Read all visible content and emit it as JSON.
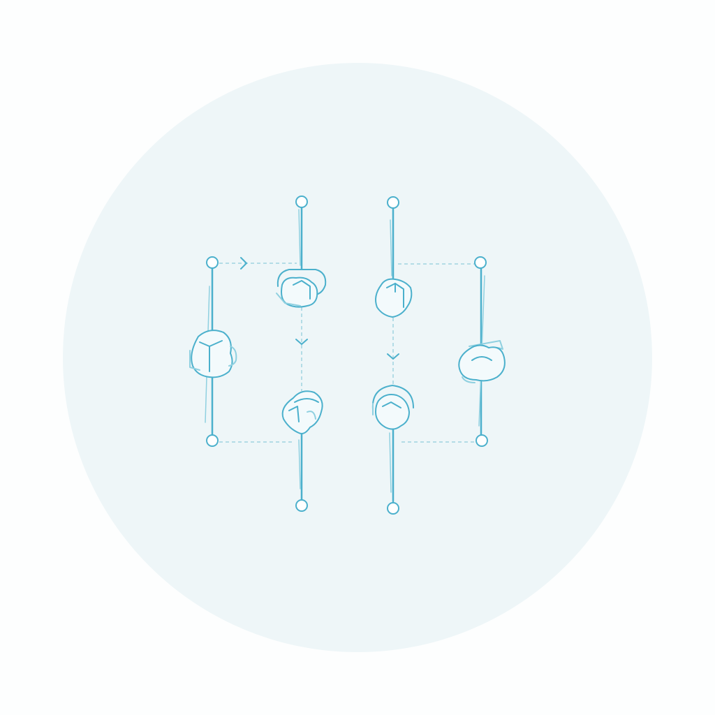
{
  "colors": {
    "background": "#fdfefe",
    "circle": "#eef6f8",
    "stroke": "#4bb0cc",
    "stroke_light": "#8fd0e0",
    "dashed": "#9fd3e0"
  },
  "diagram": {
    "text": "",
    "nodes": [
      {
        "id": "left",
        "icon": "cube-head-icon"
      },
      {
        "id": "mid-left-top",
        "icon": "cube-head-icon"
      },
      {
        "id": "mid-left-bottom",
        "icon": "head-icon"
      },
      {
        "id": "mid-right-top",
        "icon": "cube-head-icon"
      },
      {
        "id": "mid-right-bottom",
        "icon": "head-icon"
      },
      {
        "id": "right",
        "icon": "cloud-icon"
      }
    ],
    "arrows": [
      "chevron-right-icon",
      "chevron-down-icon",
      "chevron-down-icon"
    ]
  }
}
